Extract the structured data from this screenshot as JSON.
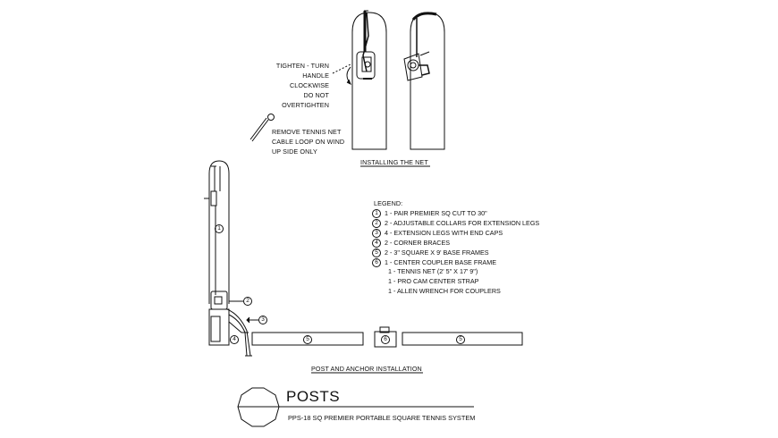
{
  "install": {
    "tighten_lines": [
      "TIGHTEN - TURN",
      "HANDLE",
      "CLOCKWISE",
      "DO NOT",
      "OVERTIGHTEN"
    ],
    "remove_lines": [
      "REMOVE TENNIS NET",
      "CABLE LOOP ON WIND",
      "UP SIDE ONLY"
    ],
    "caption": "INSTALLING THE NET"
  },
  "legend": {
    "heading": "LEGEND:",
    "items": [
      {
        "num": "1",
        "text": "1 - PAIR PREMIER SQ CUT TO 30\""
      },
      {
        "num": "2",
        "text": "2 - ADJUSTABLE COLLARS FOR EXTENSION LEGS"
      },
      {
        "num": "3",
        "text": "4 - EXTENSION LEGS WITH END CAPS"
      },
      {
        "num": "4",
        "text": "2 - CORNER BRACES"
      },
      {
        "num": "5",
        "text": "2 - 3\" SQUARE X 9' BASE FRAMES"
      },
      {
        "num": "6",
        "text": "1 - CENTER COUPLER BASE FRAME"
      }
    ],
    "extras": [
      "1 - TENNIS NET (2' 5\" X 17' 9\")",
      "1 - PRO CAM CENTER STRAP",
      "1 - ALLEN WRENCH FOR COUPLERS"
    ]
  },
  "post_caption": "POST AND ANCHOR INSTALLATION",
  "callouts": {
    "post": "1",
    "collar": "2",
    "leg": "3",
    "brace": "4",
    "frame_left": "5",
    "coupler": "6",
    "frame_right": "5"
  },
  "title_block": {
    "title": "POSTS",
    "subtitle": "PPS-18 SQ PREMIER PORTABLE SQUARE TENNIS SYSTEM"
  }
}
